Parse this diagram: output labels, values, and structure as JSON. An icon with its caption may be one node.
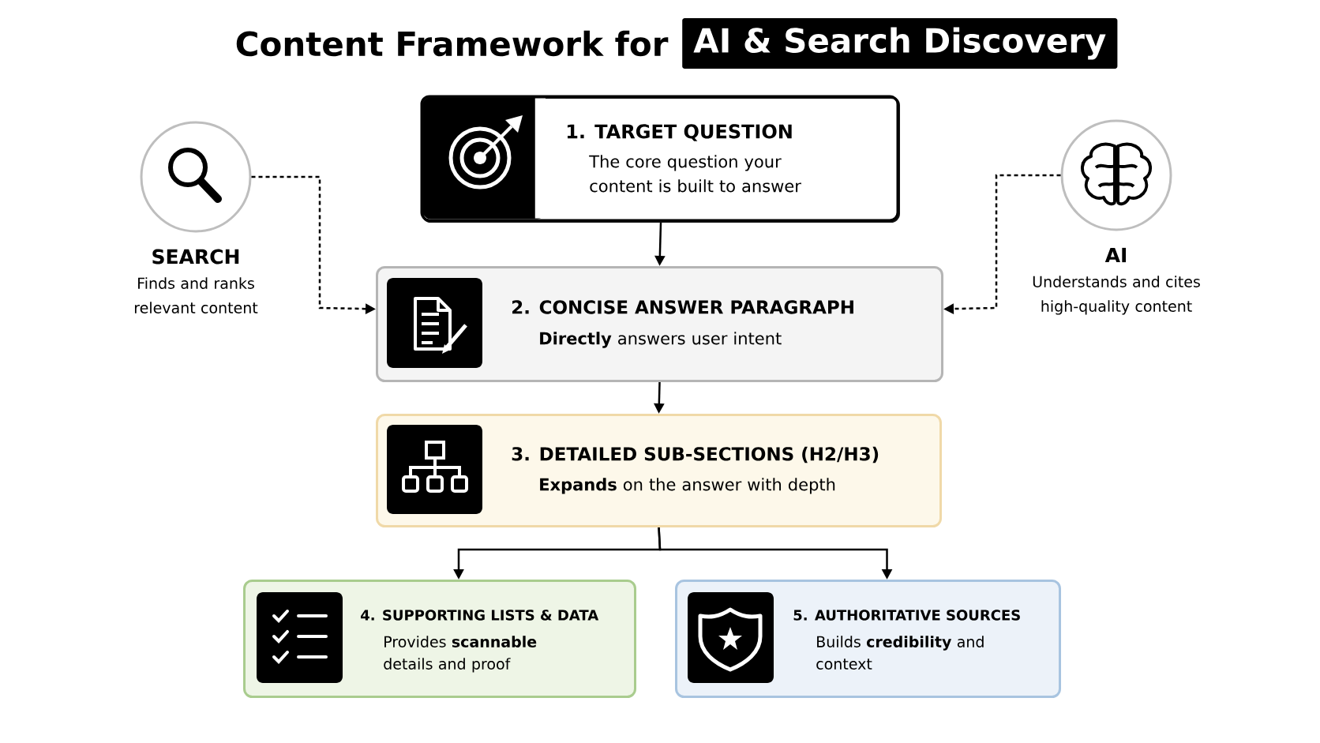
{
  "diagram": {
    "title": "Content Framework for",
    "nodes": [
      {
        "text": [
          "1. TARGET QUESTION",
          "The core question your content is built to answer"
        ]
      },
      {
        "text": [
          "SEARCH",
          "Finds and ranks relevant content"
        ]
      },
      {
        "text": [
          "AI",
          "Understands and cites high-quality content"
        ]
      },
      {
        "text": [
          "2. CONCISE ANSWER PARAGRAPH",
          "**Directly** answers user intent"
        ]
      },
      {
        "text": [
          "3. DETAILED SUB-SECTIONS (H2/H3)",
          "**Expands** on the answer with depth"
        ]
      },
      {
        "text": [
          "4. SUPPORTING LISTS & DATA",
          "Provides **scannable** details and proof"
        ]
      },
      {
        "text": [
          "5. AUTHORITATIVE SOURCES",
          "Builds **credibility** and context"
        ]
      }
    ],
    "edges": [
      {
        "from": 0,
        "to": 3,
        "arrow": "to"
      },
      {
        "from": 1,
        "to": 3,
        "arrow": "to",
        "style": "dashed"
      },
      {
        "from": 2,
        "to": 3,
        "arrow": "to",
        "style": "dashed"
      },
      {
        "from": 3,
        "to": 4,
        "arrow": "to"
      },
      {
        "from": 4,
        "to": 5,
        "arrow": "to"
      },
      {
        "from": 4,
        "to": 6,
        "arrow": "to"
      }
    ],
    "labels": [
      "AI & Search Discovery"
    ]
  }
}
